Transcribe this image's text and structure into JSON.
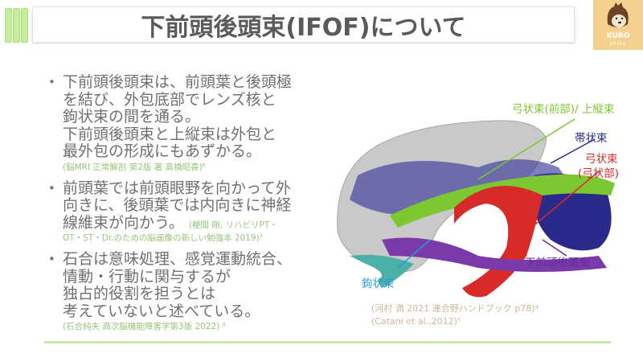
{
  "header": {
    "title": "下前頭後頭束(IFOF)について",
    "logo_text": "KURO",
    "logo_subtext": "shiba"
  },
  "bullets": [
    {
      "lines": [
        "下前頭後頭束は、前頭葉と後頭極",
        "を結び、外包底部でレンズ核と",
        "鉤状束の間を通る。",
        "下前頭後頭束と上縦束は外包と",
        "最外包の形成にもあずかる。"
      ],
      "citation": "(脳MRI 正常解剖 第2版 著 高橋昭喜)⁶"
    },
    {
      "lines": [
        "前頭葉では前頭眼野を向かって外",
        "向きに、後頭葉では内向きに神経",
        "線維束が向かう。"
      ],
      "citation_inline": "(粳間 剛, リハビリPT・",
      "citation": "OT・ST・Dr.のための脳画像の新しい勉強本  2019)⁷"
    },
    {
      "lines": [
        "石合は意味処理、感覚運動統合、",
        "情動・行動に関与するが",
        "独占的役割を担うとは",
        "考えていないと述べている。"
      ],
      "citation": "(石合純夫 高次脳機能障害学第3版 2022) ⁸"
    }
  ],
  "figure": {
    "labels": {
      "af_anterior": "弓状束(前部)/ 上縦束",
      "cingulum": "帯状束",
      "af_arcuate_1": "弓状束",
      "af_arcuate_2": "(弓状部)",
      "ifof": "下前頭後頭束",
      "uncinate": "鉤状束"
    },
    "colors": {
      "green": "#7cc832",
      "navy": "#2a2a8a",
      "red": "#d92a2a",
      "purple": "#6a2a9a",
      "cyan": "#2a9ad0"
    },
    "references": [
      "(河村 満 2021 連合野ハンドブック p78)⁴",
      "(Catani et al.,2012)⁵"
    ]
  }
}
